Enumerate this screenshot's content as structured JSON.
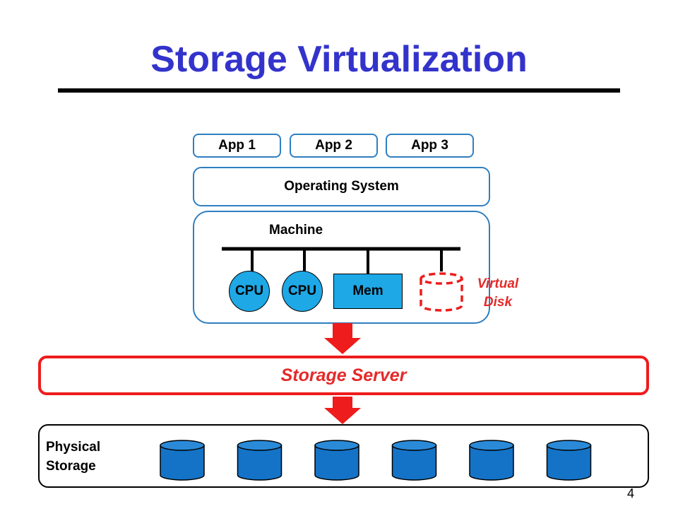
{
  "slide": {
    "title": "Storage Virtualization",
    "page_number": "4"
  },
  "apps": [
    "App 1",
    "App 2",
    "App 3"
  ],
  "operating_system": "Operating System",
  "machine": {
    "label": "Machine",
    "cpus": [
      "CPU",
      "CPU"
    ],
    "memory": "Mem",
    "virtual_disk_label_line1": "Virtual",
    "virtual_disk_label_line2": "Disk"
  },
  "storage_server": "Storage Server",
  "physical_storage": {
    "label_line1": "Physical",
    "label_line2": "Storage",
    "disk_count": 6
  },
  "colors": {
    "title": "#3333cc",
    "box_border": "#2f7fc1",
    "component_fill": "#1ea8e6",
    "disk_fill": "#1473c6",
    "virtualization_red": "#ee1c1c"
  },
  "icons": {
    "virtual_disk": "dashed-cylinder-icon",
    "physical_disk": "cylinder-icon",
    "arrow": "down-arrow-icon"
  }
}
